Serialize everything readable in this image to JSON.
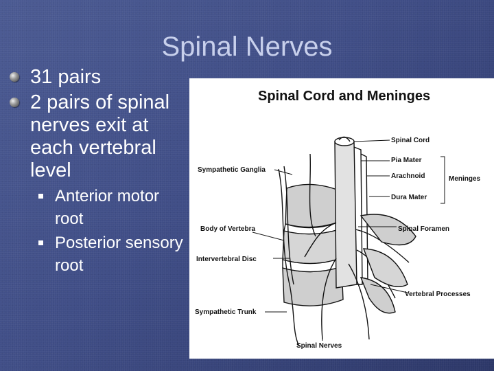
{
  "slide": {
    "title": "Spinal Nerves",
    "bullets": [
      {
        "text": "31 pairs"
      },
      {
        "text": "2 pairs of spinal nerves exit at each vertebral level"
      }
    ],
    "sub_bullets": [
      {
        "text": "Anterior motor root"
      },
      {
        "text": "Posterior sensory root"
      }
    ],
    "colors": {
      "background": "#3f4d86",
      "title": "#c8d0ec",
      "text": "#ffffff"
    }
  },
  "figure": {
    "title": "Spinal Cord and Meninges",
    "labels": {
      "spinal_cord": "Spinal Cord",
      "pia_mater": "Pia Mater",
      "arachnoid": "Arachnoid",
      "dura_mater": "Dura Mater",
      "meninges": "Meninges",
      "sympathetic_ganglia": "Sympathetic Ganglia",
      "body_of_vertebra": "Body of Vertebra",
      "spinal_foramen": "Spinal Foramen",
      "intervertebral_disc": "Intervertebral Disc",
      "vertebral_processes": "Vertebral Processes",
      "sympathetic_trunk": "Sympathetic Trunk",
      "spinal_nerves": "Spinal Nerves"
    }
  }
}
